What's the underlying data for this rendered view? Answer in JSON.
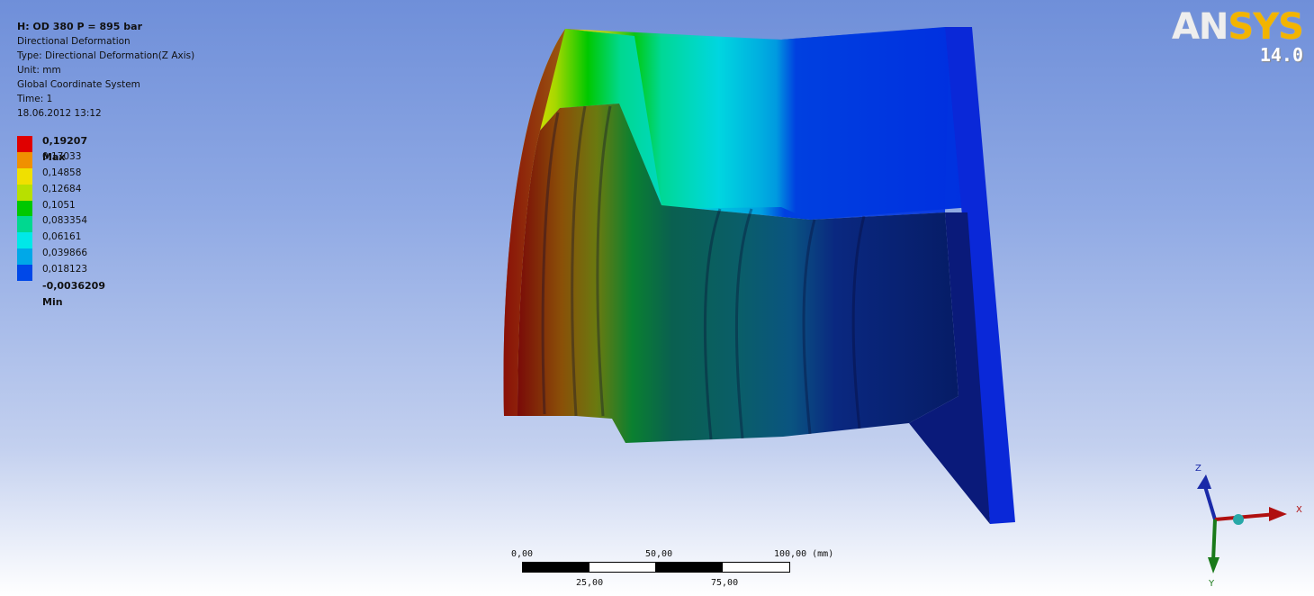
{
  "header": {
    "title": "H: OD 380 P = 895 bar",
    "result": "Directional Deformation",
    "type": "Type: Directional Deformation(Z Axis)",
    "unit": "Unit: mm",
    "coord": "Global Coordinate System",
    "time": "Time: 1",
    "timestamp": "18.06.2012 13:12"
  },
  "legend": {
    "max_label": "0,19207 Max",
    "values": [
      "0,17033",
      "0,14858",
      "0,12684",
      "0,1051",
      "0,083354",
      "0,06161",
      "0,039866",
      "0,018123"
    ],
    "min_label": "-0,0036209 Min",
    "colors": [
      "#e00000",
      "#f09000",
      "#f0e000",
      "#b8e000",
      "#00c800",
      "#00d890",
      "#00e8e8",
      "#00a8e8",
      "#0048e8"
    ]
  },
  "logo": {
    "brand_an": "AN",
    "brand_sys": "SYS",
    "version": "14.0"
  },
  "scale_bar": {
    "label_0": "0,00",
    "label_50": "50,00",
    "label_100": "100,00 (mm)",
    "label_25": "25,00",
    "label_75": "75,00"
  },
  "triad": {
    "z": "Z",
    "x": "X",
    "y": "Y"
  }
}
